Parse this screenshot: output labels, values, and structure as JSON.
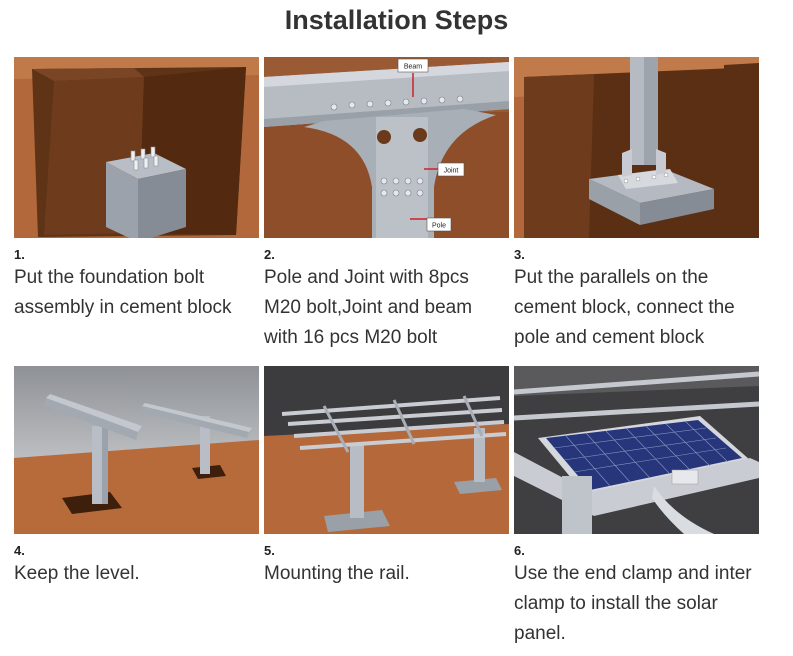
{
  "title": "Installation Steps",
  "steps": [
    {
      "number": "1.",
      "caption": "Put the foundation bolt assembly in cement block"
    },
    {
      "number": "2.",
      "caption": "Pole and Joint with 8pcs M20 bolt,Joint and beam with 16 pcs M20 bolt",
      "labels": {
        "beam": "Beam",
        "joint": "Joint",
        "pole": "Pole"
      }
    },
    {
      "number": "3.",
      "caption": "Put the parallels on the cement block, connect the pole and cement block"
    },
    {
      "number": "4.",
      "caption": "Keep the level."
    },
    {
      "number": "5.",
      "caption": "Mounting the rail."
    },
    {
      "number": "6.",
      "caption": "Use the end clamp and inter clamp to install the solar panel."
    }
  ]
}
